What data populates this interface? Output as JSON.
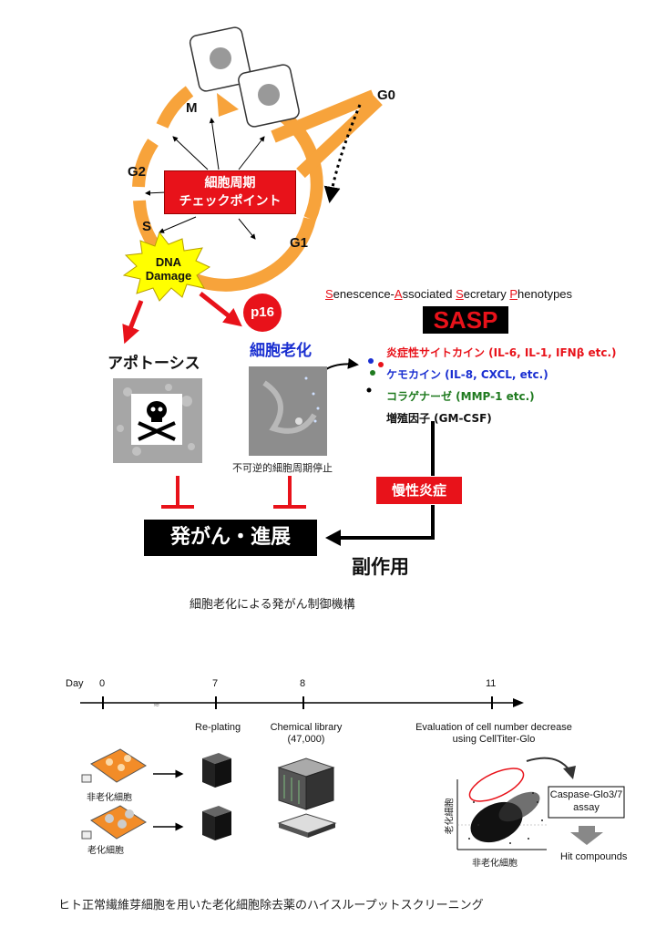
{
  "top_diagram": {
    "phases": {
      "m": "M",
      "g2": "G2",
      "s": "S",
      "g1": "G1",
      "g0": "G0"
    },
    "checkpoint_line1": "細胞周期",
    "checkpoint_line2": "チェックポイント",
    "dna_damage_line1": "DNA",
    "dna_damage_line2": "Damage",
    "p16": "p16",
    "apoptosis": "アポトーシス",
    "senescence": "細胞老化",
    "irreversible_arrest": "不可逆的細胞周期停止",
    "sasp_full": {
      "s1_initial": "S",
      "s1_rest": "enescence-",
      "a_initial": "A",
      "a_rest": "ssociated ",
      "s2_initial": "S",
      "s2_rest": "ecretary ",
      "p_initial": "P",
      "p_rest": "henotypes"
    },
    "sasp": "SASP",
    "sasp_items": [
      "炎症性サイトカイン (IL-6, IL-1, IFNβ etc.)",
      "ケモカイン (IL-8, CXCL, etc.)",
      "コラゲナーゼ (MMP-1 etc.)",
      "増殖因子 (GM-CSF)"
    ],
    "chronic_inflammation": "慢性炎症",
    "cancer_progression": "発がん・進展",
    "side_effect": "副作用",
    "caption": "細胞老化による発がん制御機構",
    "colors": {
      "orange": "#f7a33b",
      "red": "#e8121a",
      "blue": "#1a2fd1",
      "green": "#1f7a1f"
    }
  },
  "bottom_diagram": {
    "day_label": "Day",
    "days": [
      "0",
      "7",
      "8",
      "11"
    ],
    "replating": "Re-plating",
    "chemical_library_line1": "Chemical library",
    "chemical_library_line2": "(47,000)",
    "evaluation_line1": "Evaluation of cell number decrease",
    "evaluation_line2": "using CellTiter-Glo",
    "non_senescent_cells": "非老化細胞",
    "senescent_cells": "老化細胞",
    "plot_y_label": "老化細胞",
    "plot_x_label": "非老化細胞",
    "caspase_line1": "Caspase-Glo3/7",
    "caspase_line2": "assay",
    "hit_compounds": "Hit compounds",
    "caption": "ヒト正常繊維芽細胞を用いた老化細胞除去薬のハイスループットスクリーニング"
  }
}
